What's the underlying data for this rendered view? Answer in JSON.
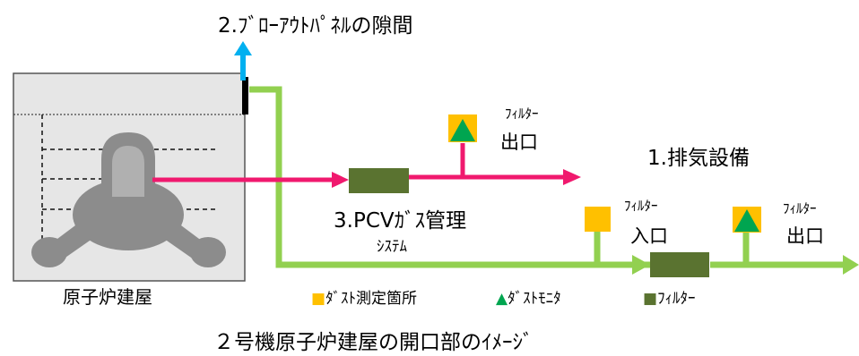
{
  "labels": {
    "blowout": "2.ﾌﾞﾛｰｱｳﾄﾊﾟﾈﾙの隙間",
    "filter_label": "ﾌｨﾙﾀｰ",
    "outlet": "出口",
    "inlet": "入口",
    "exhaust": "1.排気設備",
    "pcv_line1": "3.PCVｶﾞｽ管理",
    "pcv_line2": "ｼｽﾃﾑ",
    "building": "原子炉建屋",
    "caption": "２号機原子炉建屋の開口部のｲﾒｰｼﾞ"
  },
  "legend": {
    "dust_point": "■ﾀﾞｽﾄ測定箇所",
    "dust_monitor": "▲ﾀﾞｽﾄﾓﾆﾀ",
    "filter": "■ﾌｨﾙﾀｰ"
  },
  "colors": {
    "pcv_line": "#f0196e",
    "exhaust_line": "#92d050",
    "blowout_arrow": "#00b0f0",
    "filter_box": "#5a7330",
    "dust_point": "#ffc000",
    "dust_monitor": "#00a550",
    "building_fill": "#e6e6e6",
    "reactor_fill": "#8c8c8c"
  }
}
